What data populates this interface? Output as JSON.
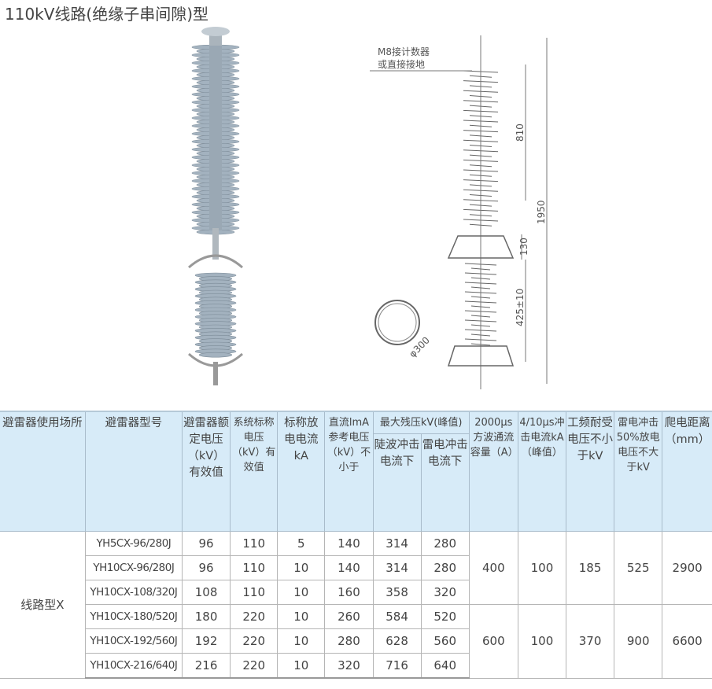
{
  "title": "110kV线路(绝缘子串间隙)型",
  "drawing": {
    "note_line1": "M8接计数器",
    "note_line2": "或直接接地",
    "dim_810": "810",
    "dim_1950": "1950",
    "dim_130": "130",
    "dim_425": "425±10",
    "dim_phi": "φ300"
  },
  "table": {
    "headers": {
      "site": "避雷器使用场所",
      "model": "避雷器型号",
      "rated": "避雷器额定电压（kV）有效值",
      "system": "系统标称电压（kV）有效值",
      "discharge": "标称放电电流kA",
      "dc": "直流lmA参考电压（kV）不小于",
      "residual": "最大残压kV(峰值)",
      "steep": "陡波冲击电流下",
      "lightning": "雷电冲击电流下",
      "square": "2000μs方波通流容量（A）",
      "impulse": "4/10μs冲击电流kA（峰值）",
      "power": "工频耐受电压不小于kV",
      "lightning50": "雷电冲击50%放电电压不大于kV",
      "creep": "爬电距离（mm）"
    },
    "site": "线路型X",
    "rows": [
      [
        "YH5CX-96/280J",
        "96",
        "110",
        "5",
        "140",
        "314",
        "280"
      ],
      [
        "YH10CX-96/280J",
        "96",
        "110",
        "10",
        "140",
        "314",
        "280"
      ],
      [
        "YH10CX-108/320J",
        "108",
        "110",
        "10",
        "160",
        "358",
        "320"
      ],
      [
        "YH10CX-180/520J",
        "180",
        "220",
        "10",
        "260",
        "584",
        "520"
      ],
      [
        "YH10CX-192/560J",
        "192",
        "220",
        "10",
        "280",
        "628",
        "560"
      ],
      [
        "YH10CX-216/640J",
        "216",
        "220",
        "10",
        "320",
        "716",
        "640"
      ]
    ],
    "groups": [
      [
        "400",
        "100",
        "185",
        "525",
        "2900"
      ],
      [
        "600",
        "100",
        "370",
        "900",
        "6600"
      ]
    ]
  }
}
